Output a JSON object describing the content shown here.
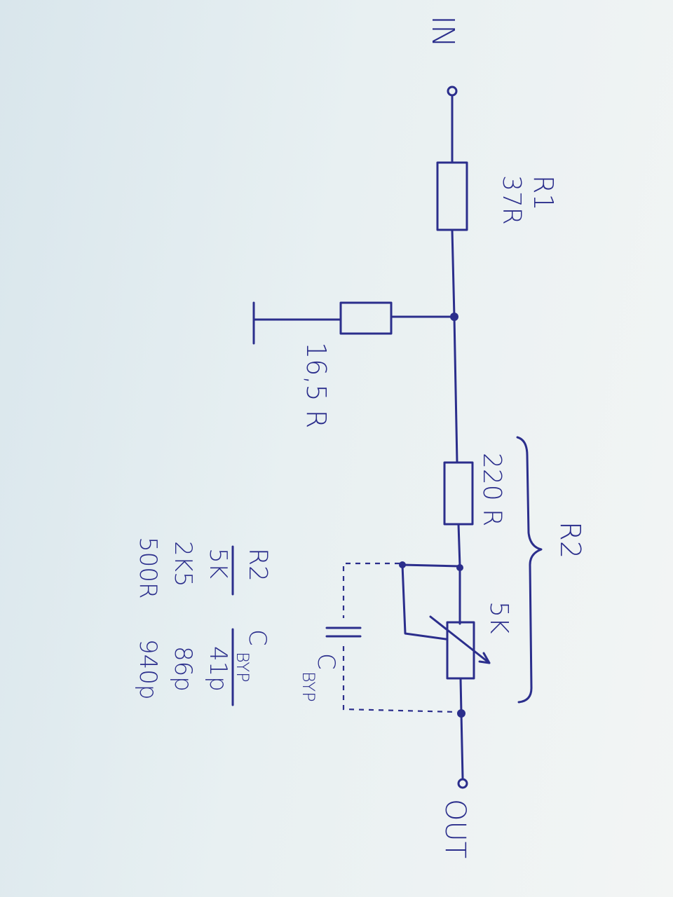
{
  "labels": {
    "input": "IN",
    "output": "OUT",
    "r1_name": "R1",
    "r1_value": "37R",
    "shunt_value": "16,5 R",
    "r2_fixed_value": "220 R",
    "r2_pot_value": "5K",
    "r2_group": "R2",
    "c_byp": "C",
    "c_byp_sub": "BYP"
  },
  "table": {
    "headers": {
      "r2": "R2",
      "c": "C",
      "c_sub": "BYP"
    },
    "rows": [
      {
        "r2": "5K",
        "c": "41p"
      },
      {
        "r2": "2K5",
        "c": "86p"
      },
      {
        "r2": "500R",
        "c": "940p"
      }
    ]
  },
  "colors": {
    "ink": "#2b2e8c",
    "paper": "#e8f0f2"
  }
}
